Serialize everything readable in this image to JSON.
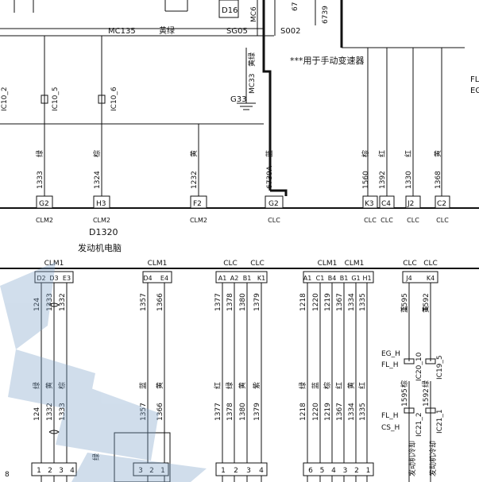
{
  "top_labels": {
    "d16": "D16",
    "mc6": "MC6",
    "w67": "67",
    "w6739": "6739",
    "mc135": "MC135",
    "mc135_color": "黄绿",
    "sg05": "SG05",
    "s002": "S002",
    "manual_note": "***用于手动变速器",
    "mc33": "MC33",
    "mc33_color": "黄绿",
    "g33": "G33",
    "fl": "FL",
    "eg": "EG",
    "ic10_2": "IC10_2",
    "ic10_5": "IC10_5",
    "ic10_6": "IC10_6"
  },
  "upper_pins": [
    {
      "wire": "1333",
      "color": "绿",
      "pin": "G2",
      "connector": "CLM2"
    },
    {
      "wire": "1324",
      "color": "棕",
      "pin": "H3",
      "connector": "CLM2"
    },
    {
      "wire": "1232",
      "color": "黄",
      "pin": "F2",
      "connector": "CLM2"
    },
    {
      "wire": "6739A",
      "color": "蓝",
      "pin": "G2",
      "connector": "CLC"
    },
    {
      "wire": "1560",
      "color": "棕",
      "pin": "K3",
      "connector": "CLC"
    },
    {
      "wire": "1392",
      "color": "红",
      "pin": "C4",
      "connector": "CLC"
    },
    {
      "wire": "1330",
      "color": "红",
      "pin": "J2",
      "connector": "CLC"
    },
    {
      "wire": "1368",
      "color": "黄",
      "pin": "C2",
      "connector": "CLC"
    }
  ],
  "module": {
    "code": "D1320",
    "name": "发动机电脑"
  },
  "groups": [
    {
      "headers": [
        "CLM1"
      ],
      "pins": [
        "D2",
        "D3",
        "E3"
      ],
      "wires": [
        "124",
        "1333",
        "1332"
      ]
    },
    {
      "headers": [
        "CLM1"
      ],
      "pins": [
        "D4",
        "E4"
      ],
      "wires": [
        "1357",
        "1366"
      ],
      "colors": [
        "蓝",
        "黄"
      ]
    },
    {
      "headers": [
        "CLC",
        "CLC"
      ],
      "pins": [
        "A1",
        "A2",
        "B1",
        "K1"
      ],
      "wires": [
        "1377",
        "1378",
        "1380",
        "1379"
      ],
      "colors": [
        "红",
        "绿",
        "黄",
        "紫"
      ]
    },
    {
      "headers": [
        "CLM1",
        "CLM1"
      ],
      "pins": [
        "A1",
        "C1",
        "B4",
        "B1",
        "G1",
        "H1"
      ],
      "wires": [
        "1218",
        "1220",
        "1219",
        "1367",
        "1334",
        "1335"
      ],
      "colors": [
        "绿",
        "蓝",
        "棕",
        "红",
        "黄",
        "红"
      ]
    },
    {
      "headers": [
        "CLC",
        "CLC"
      ],
      "pins": [
        "J4",
        "K4"
      ],
      "wires": [
        "1595",
        "1592"
      ],
      "colors": [
        "蓝",
        "黄"
      ]
    }
  ],
  "bottom_wires_group1": [
    "124",
    "1332",
    "1333"
  ],
  "bottom_colors_group1": [
    "绿",
    "黄",
    "棕"
  ],
  "sensor_labels": {
    "eg_h": "EG_H",
    "fl_h": "FL_H",
    "ic20_10": "IC20_10",
    "ic19_5": "IC19_5",
    "fl_h2": "FL_H",
    "cs_h": "CS_H",
    "ic21_2": "IC21_2",
    "ic21_1": "IC21_1",
    "wire_1595": "1595",
    "wire_1592": "1592",
    "color_1595": "棕",
    "color_1592": "绿",
    "coolant1": "发动机冷却",
    "coolant2": "发动机冷却"
  },
  "bottom_connectors": {
    "c1": [
      "1",
      "2",
      "3",
      "4"
    ],
    "c2": [
      "3",
      "2",
      "1"
    ],
    "c3": [
      "1",
      "2",
      "3",
      "4"
    ],
    "c4": [
      "6",
      "5",
      "4",
      "3",
      "2",
      "1"
    ]
  },
  "misc": {
    "bottom_green_label": "绿",
    "left_edge_char": "8"
  }
}
